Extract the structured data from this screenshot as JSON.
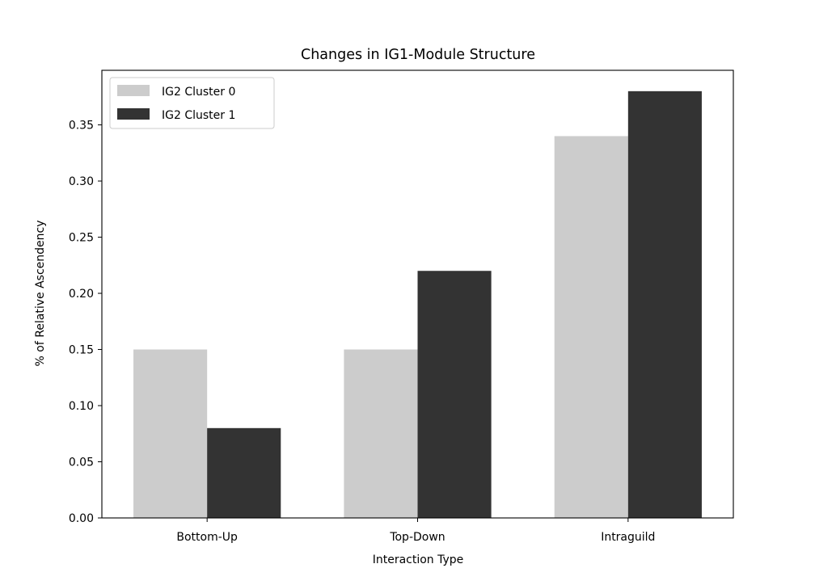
{
  "chart_data": {
    "type": "bar",
    "title": "Changes in IG1-Module Structure",
    "xlabel": "Interaction Type",
    "ylabel": "% of Relative Ascendency",
    "categories": [
      "Bottom-Up",
      "Top-Down",
      "Intraguild"
    ],
    "series": [
      {
        "name": "IG2 Cluster 0",
        "color": "#cccccc",
        "values": [
          0.15,
          0.15,
          0.34
        ]
      },
      {
        "name": "IG2 Cluster 1",
        "color": "#333333",
        "values": [
          0.08,
          0.22,
          0.38
        ]
      }
    ],
    "ylim": [
      0,
      0.3986
    ],
    "yticks": [
      0.0,
      0.05,
      0.1,
      0.15,
      0.2,
      0.25,
      0.3,
      0.35
    ],
    "ytick_labels": [
      "0.00",
      "0.05",
      "0.10",
      "0.15",
      "0.20",
      "0.25",
      "0.30",
      "0.35"
    ],
    "grid": false,
    "legend": "top-left"
  }
}
